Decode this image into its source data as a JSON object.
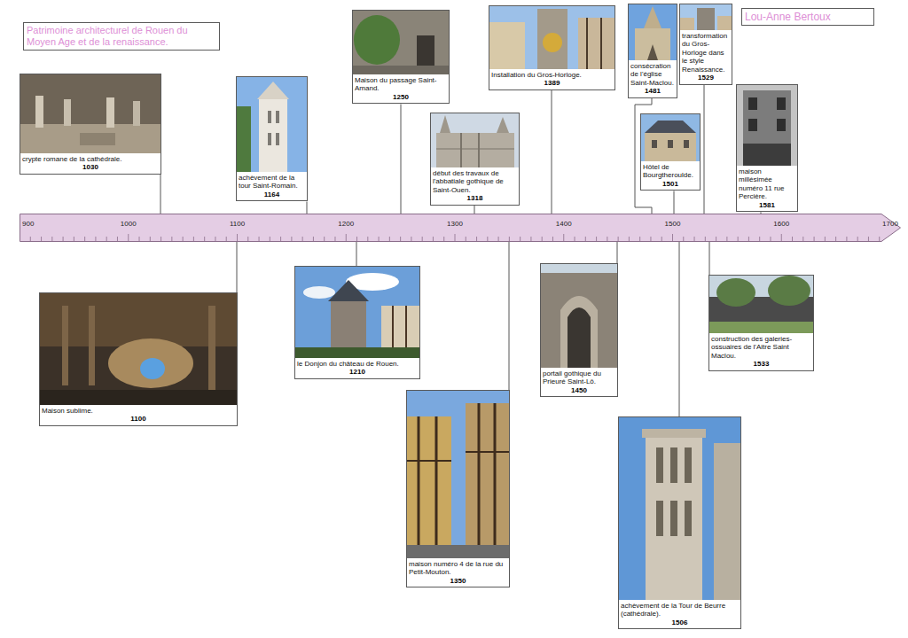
{
  "diagram": {
    "nodes": [
      {
        "text": [
          "Patrimoine architecturel de Rouen du Moyen Age et de la renaissance."
        ]
      },
      {
        "text": [
          "Lou-Anne Bertoux"
        ]
      },
      {
        "text": [
          "crypte romane de la cathédrale.",
          "1030"
        ]
      },
      {
        "text": [
          "achèvement de la tour Saint-Romain.",
          "1164"
        ]
      },
      {
        "text": [
          "Maison du passage Saint-Amand.",
          "1250"
        ]
      },
      {
        "text": [
          "début des travaux de l'abbatiale gothique de Saint-Ouen.",
          "1318"
        ]
      },
      {
        "text": [
          "Installation du Gros-Horloge.",
          "1389"
        ]
      },
      {
        "text": [
          "consécration de l'église Saint-Maclou.",
          "1481"
        ]
      },
      {
        "text": [
          "Hôtel de Bourgtheroulde.",
          "1501"
        ]
      },
      {
        "text": [
          "transformation du Gros-Horloge dans le style Renaissance.",
          "1529"
        ]
      },
      {
        "text": [
          "maison millésimée numéro 11 rue Percière.",
          "1581"
        ]
      },
      {
        "text": [
          "900",
          "1000",
          "1100",
          "1200",
          "1300",
          "1400",
          "1500",
          "1600",
          "1700"
        ]
      },
      {
        "text": [
          "Maison sublime.",
          "1100"
        ]
      },
      {
        "text": [
          "le Donjon du château de Rouen.",
          "1210"
        ]
      },
      {
        "text": [
          "maison numéro 4 de la rue du Petit-Mouton.",
          "1350"
        ]
      },
      {
        "text": [
          "portail gothique du Prieuré Saint-Lô.",
          "1450"
        ]
      },
      {
        "text": [
          "achèvement de la Tour de Beurre (cathédrale).",
          "1506"
        ]
      },
      {
        "text": [
          "construction des galeries-ossuaires de l'Aitre Saint Maclou.",
          "1533"
        ]
      }
    ],
    "edges": [
      {
        "from": 2,
        "to": 11,
        "arrow": "none"
      },
      {
        "from": 3,
        "to": 11,
        "arrow": "none"
      },
      {
        "from": 4,
        "to": 11,
        "arrow": "none"
      },
      {
        "from": 5,
        "to": 11,
        "arrow": "none"
      },
      {
        "from": 6,
        "to": 11,
        "arrow": "none"
      },
      {
        "from": 7,
        "to": 11,
        "arrow": "none"
      },
      {
        "from": 8,
        "to": 11,
        "arrow": "none"
      },
      {
        "from": 9,
        "to": 11,
        "arrow": "none"
      },
      {
        "from": 10,
        "to": 11,
        "arrow": "none"
      },
      {
        "from": 12,
        "to": 11,
        "arrow": "none"
      },
      {
        "from": 13,
        "to": 11,
        "arrow": "none"
      },
      {
        "from": 14,
        "to": 11,
        "arrow": "none"
      },
      {
        "from": 15,
        "to": 11,
        "arrow": "none"
      },
      {
        "from": 16,
        "to": 11,
        "arrow": "none"
      },
      {
        "from": 17,
        "to": 11,
        "arrow": "none"
      }
    ]
  }
}
